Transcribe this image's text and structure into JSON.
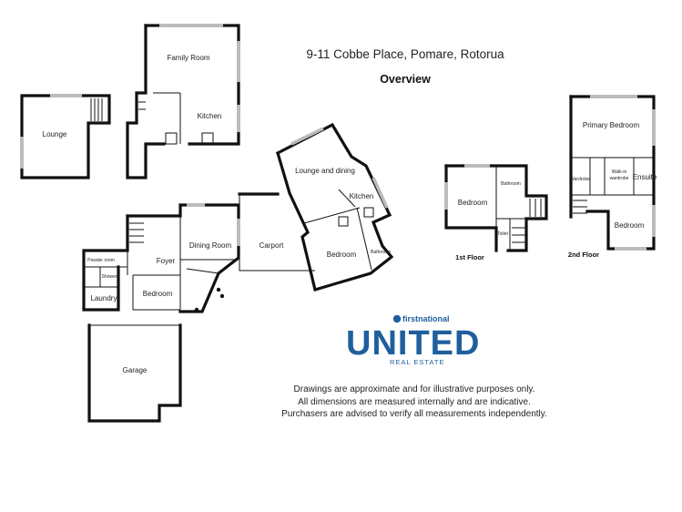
{
  "header": {
    "title": "9-11 Cobbe Place, Pomare, Rotorua",
    "subtitle": "Overview"
  },
  "rooms": {
    "lounge": "Lounge",
    "family_room": "Family Room",
    "kitchen_left": "Kitchen",
    "lounge_dining": "Lounge and dining",
    "kitchen_right": "Kitchen",
    "bedroom_mid": "Bedroom",
    "bathroom_mid": "Bathroom",
    "carport": "Carport",
    "dining_room": "Dining Room",
    "foyer": "Foyer",
    "powder_room": "Powder room",
    "shower": "Shower",
    "laundry": "Laundry",
    "bedroom_ground": "Bedroom",
    "garage": "Garage",
    "bedroom_1st": "Bedroom",
    "bathroom_1st": "Bathroom",
    "toilet_1st": "Toilet",
    "primary_bedroom": "Primary Bedroom",
    "walk_in_wardrobe_1": "Walk-in",
    "walk_in_wardrobe_2": "wardrobe",
    "ensuite": "Ensuite",
    "wardrobe_small": "Wardrobe",
    "bedroom_2nd": "Bedroom"
  },
  "floors": {
    "first": "1st Floor",
    "second": "2nd Floor"
  },
  "logo": {
    "brand_small": "firstnational",
    "brand_main": "UNITED",
    "brand_sub": "REAL ESTATE",
    "color": "#1f5f9e"
  },
  "disclaimer": {
    "line1": "Drawings are approximate and for illustrative purposes only.",
    "line2": "All dimensions are measured internally and are indicative.",
    "line3": "Purchasers are advised to verify all measurements independently."
  }
}
